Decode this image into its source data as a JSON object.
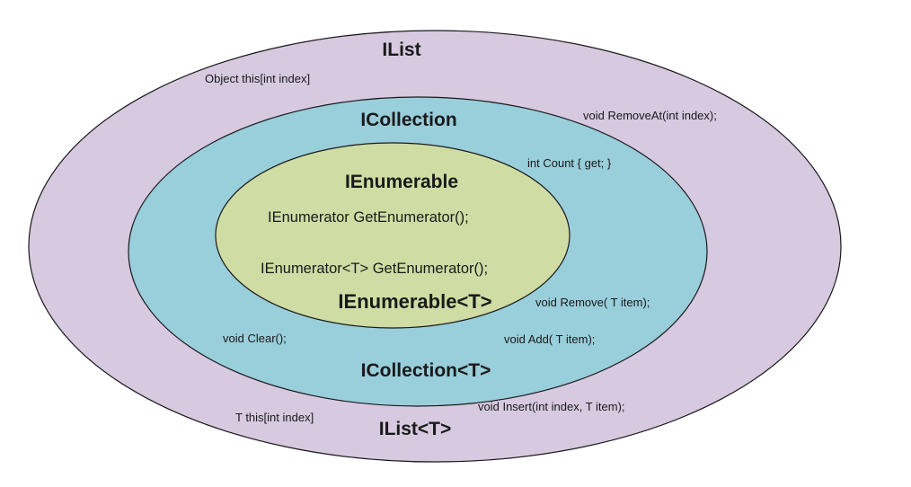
{
  "colors": {
    "ilist_fill": "#d7c9e0",
    "icollection_fill": "#99cedb",
    "ienumerable_fill": "#cfdca4",
    "outline": "#1a1a1a"
  },
  "ilist": {
    "title": "IList",
    "generic_title": "IList<T>",
    "indexer": "Object this[int index]",
    "generic_indexer": "T this[int index]",
    "remove_at": "void RemoveAt(int index);",
    "insert": "void Insert(int index, T item);"
  },
  "icollection": {
    "title": "ICollection",
    "generic_title": "ICollection<T>",
    "count": "int Count { get; }",
    "clear": "void Clear();",
    "remove": "void Remove( T item);",
    "add": "void Add( T item);"
  },
  "ienumerable": {
    "title": "IEnumerable",
    "generic_title": "IEnumerable<T>",
    "get_enumerator": "IEnumerator GetEnumerator();",
    "generic_get_enumerator": "IEnumerator<T> GetEnumerator();"
  }
}
